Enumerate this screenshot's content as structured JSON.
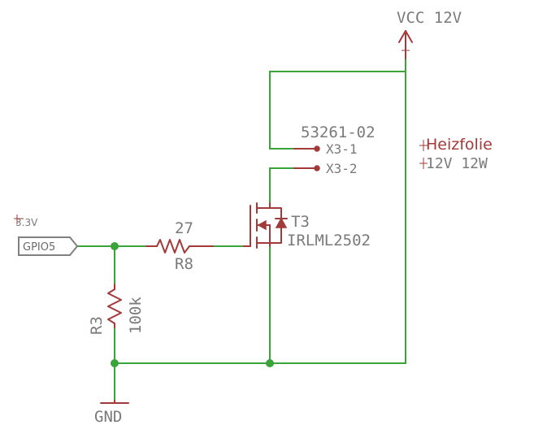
{
  "supply": {
    "label": "VCC 12V"
  },
  "connector": {
    "name": "53261-02",
    "pin1": "X3-1",
    "pin2": "X3-2"
  },
  "heater": {
    "name": "Heizfolie",
    "rating": "12V 12W"
  },
  "mosfet": {
    "ref": "T3",
    "part": "IRLML2502"
  },
  "gate_resistor": {
    "value": "27",
    "ref": "R8"
  },
  "pulldown": {
    "ref": "R3",
    "value": "100k"
  },
  "gpio": {
    "voltage": "3.3V",
    "name": "GPIO5"
  },
  "ground": {
    "label": "GND"
  },
  "colors": {
    "wire": "#3aa33a",
    "part": "#a33a3a",
    "text": "#7a7a7a"
  }
}
